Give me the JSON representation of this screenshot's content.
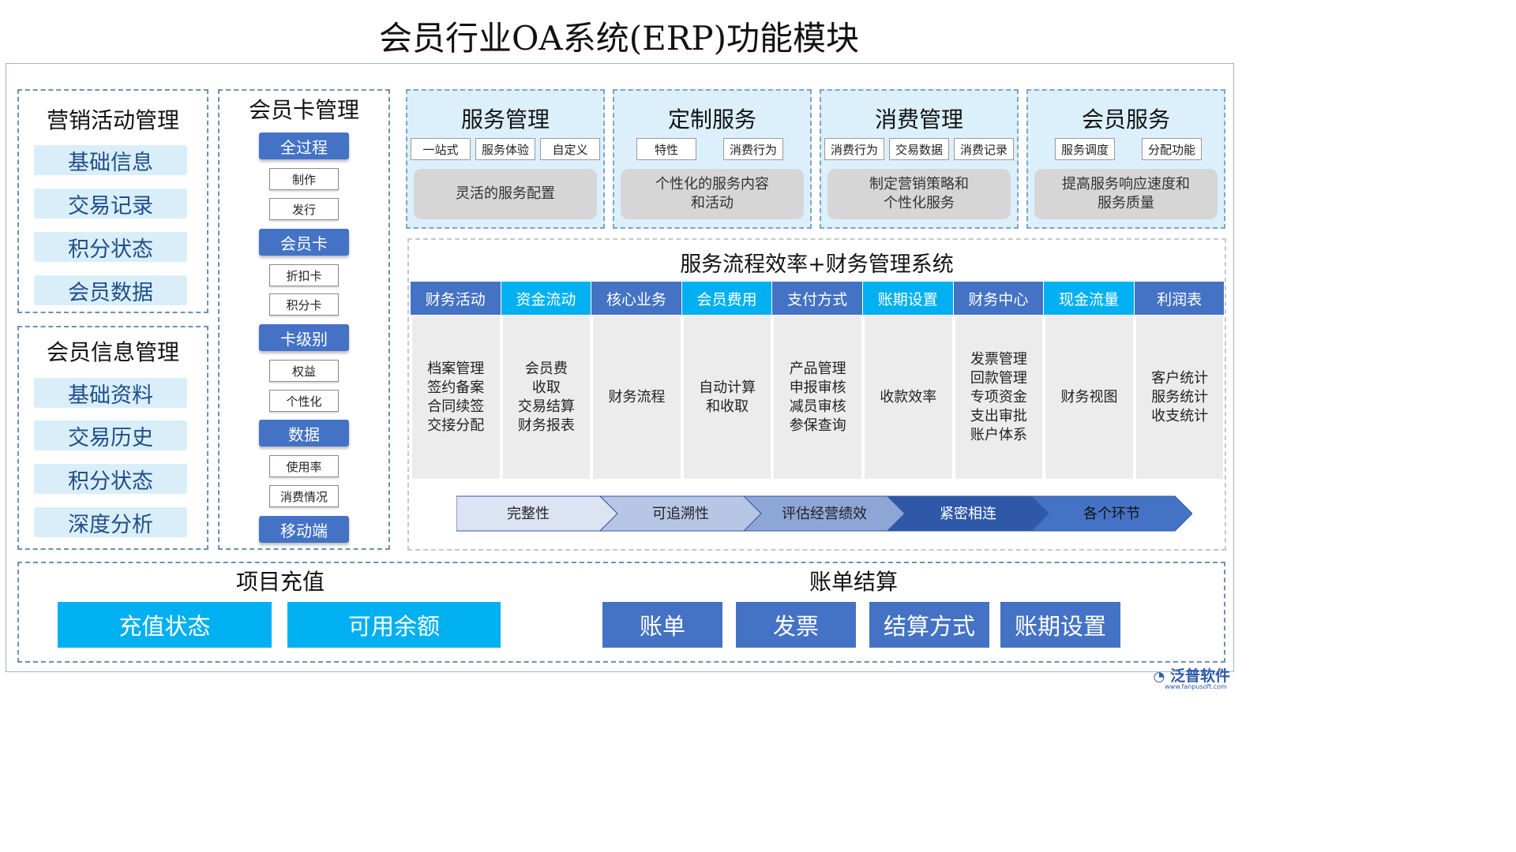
{
  "title": "会员行业OA系统(ERP)功能模块",
  "marketing": {
    "title": "营销活动管理",
    "items": [
      "基础信息",
      "交易记录",
      "积分状态",
      "会员数据"
    ]
  },
  "member_info": {
    "title": "会员信息管理",
    "items": [
      "基础资料",
      "交易历史",
      "积分状态",
      "深度分析"
    ]
  },
  "card_mgmt": {
    "title": "会员卡管理",
    "groups": [
      {
        "head": "全过程",
        "subs": [
          "制作",
          "发行"
        ]
      },
      {
        "head": "会员卡",
        "subs": [
          "折扣卡",
          "积分卡"
        ]
      },
      {
        "head": "卡级别",
        "subs": [
          "权益",
          "个性化"
        ]
      },
      {
        "head": "数据",
        "subs": [
          "使用率",
          "消费情况"
        ]
      },
      {
        "head": "移动端",
        "subs": []
      }
    ]
  },
  "services": [
    {
      "title": "服务管理",
      "tags": [
        "一站式",
        "服务体验",
        "自定义"
      ],
      "desc": [
        "灵活的服务配置"
      ]
    },
    {
      "title": "定制服务",
      "tags": [
        "特性",
        "消费行为"
      ],
      "desc": [
        "个性化的服务内容",
        "和活动"
      ]
    },
    {
      "title": "消费管理",
      "tags": [
        "消费行为",
        "交易数据",
        "消费记录"
      ],
      "desc": [
        "制定营销策略和",
        "个性化服务"
      ]
    },
    {
      "title": "会员服务",
      "tags": [
        "服务调度",
        "分配功能"
      ],
      "desc": [
        "提高服务响应速度和",
        "服务质量"
      ]
    }
  ],
  "flow": {
    "title": "服务流程效率+财务管理系统",
    "columns": [
      {
        "head": "财务活动",
        "body": [
          "档案管理",
          "签约备案",
          "合同续签",
          "交接分配"
        ]
      },
      {
        "head": "资金流动",
        "body": [
          "会员费",
          "收取",
          "交易结算",
          "财务报表"
        ]
      },
      {
        "head": "核心业务",
        "body": [
          "财务流程"
        ]
      },
      {
        "head": "会员费用",
        "body": [
          "自动计算",
          "和收取"
        ]
      },
      {
        "head": "支付方式",
        "body": [
          "产品管理",
          "申报审核",
          "减员审核",
          "参保查询"
        ]
      },
      {
        "head": "账期设置",
        "body": [
          "收款效率"
        ]
      },
      {
        "head": "财务中心",
        "body": [
          "发票管理",
          "回款管理",
          "专项资金",
          "支出审批",
          "账户体系"
        ]
      },
      {
        "head": "现金流量",
        "body": [
          "财务视图"
        ]
      },
      {
        "head": "利润表",
        "body": [
          "客户统计",
          "服务统计",
          "收支统计"
        ]
      }
    ],
    "arrows": [
      "完整性",
      "可追溯性",
      "评估经营绩效",
      "紧密相连",
      "各个环节"
    ],
    "arrow_colors": [
      "#dce3f2",
      "#b8c6e6",
      "#8ea6d6",
      "#2f58a8",
      "#4472c4"
    ],
    "arrow_text_colors": [
      "#222222",
      "#222222",
      "#222222",
      "#ffffff",
      "#111111"
    ]
  },
  "recharge": {
    "title": "项目充值",
    "buttons": [
      "充值状态",
      "可用余额"
    ]
  },
  "billing": {
    "title": "账单结算",
    "buttons": [
      "账单",
      "发票",
      "结算方式",
      "账期设置"
    ]
  },
  "logo": {
    "name": "泛普软件",
    "url": "www.fanpusoft.com"
  }
}
